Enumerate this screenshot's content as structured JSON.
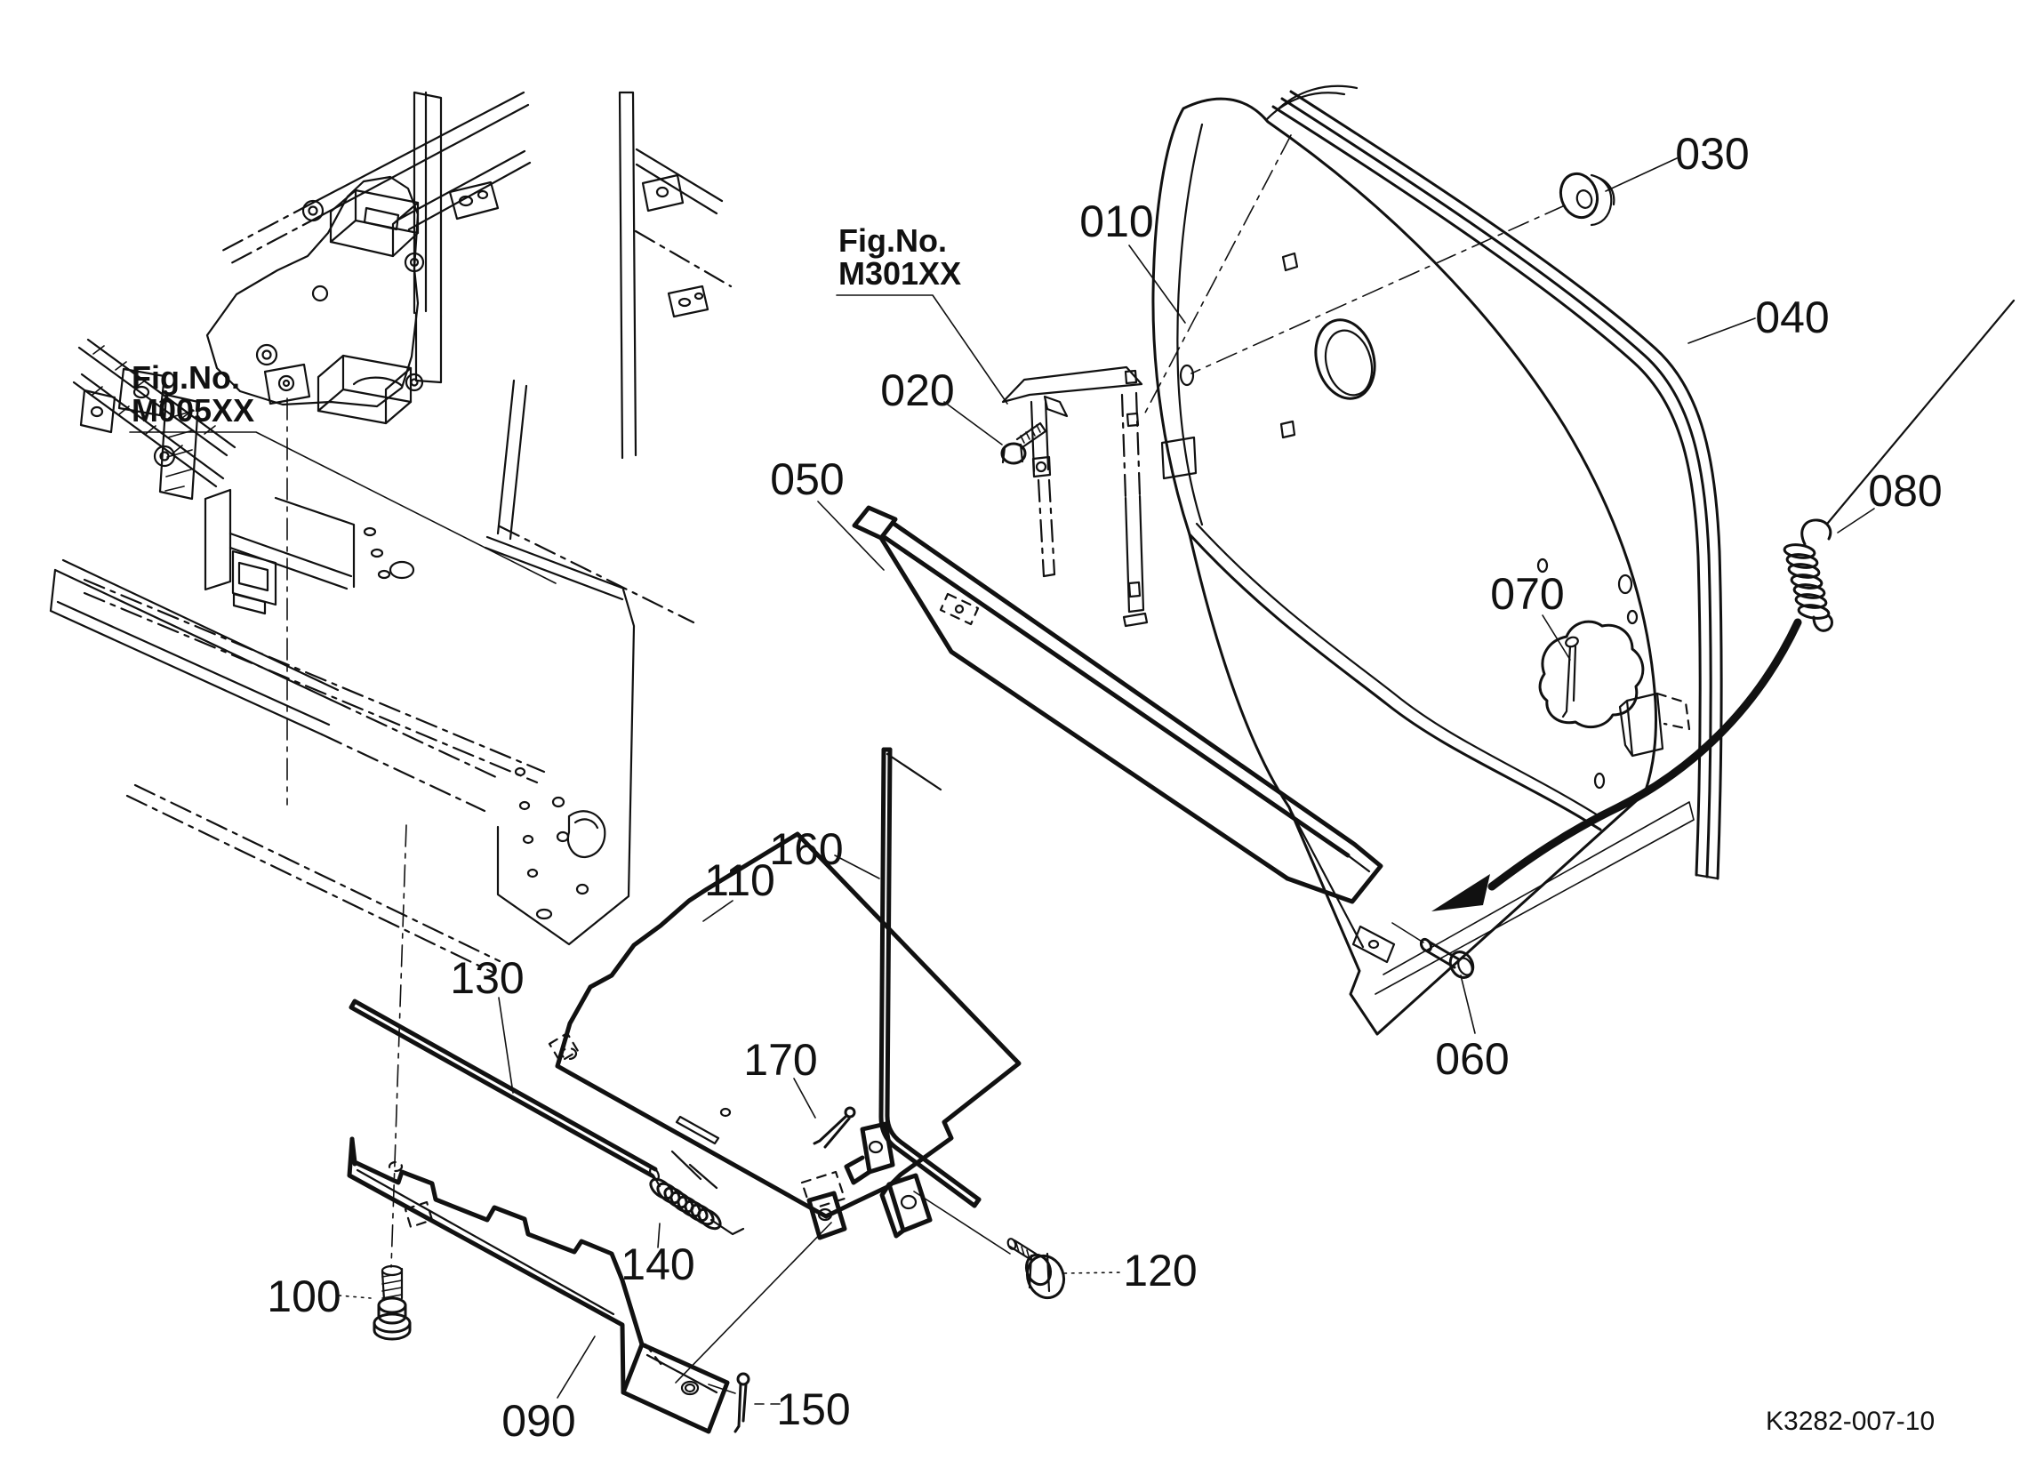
{
  "page": {
    "background": "#ffffff",
    "ink": "#111111"
  },
  "drawing_number": "K3282-007-10",
  "figures": {
    "m005": {
      "line1": "Fig.No.",
      "line2": "M005XX"
    },
    "m301": {
      "line1": "Fig.No.",
      "line2": "M301XX"
    }
  },
  "callouts": {
    "c010": {
      "ref": "010"
    },
    "c020": {
      "ref": "020"
    },
    "c030": {
      "ref": "030"
    },
    "c040": {
      "ref": "040"
    },
    "c050": {
      "ref": "050"
    },
    "c060": {
      "ref": "060"
    },
    "c070": {
      "ref": "070"
    },
    "c080": {
      "ref": "080"
    },
    "c090": {
      "ref": "090"
    },
    "c100": {
      "ref": "100"
    },
    "c110": {
      "ref": "110"
    },
    "c120": {
      "ref": "120"
    },
    "c130": {
      "ref": "130"
    },
    "c140": {
      "ref": "140"
    },
    "c150": {
      "ref": "150"
    },
    "c160": {
      "ref": "160"
    },
    "c170": {
      "ref": "170"
    }
  }
}
